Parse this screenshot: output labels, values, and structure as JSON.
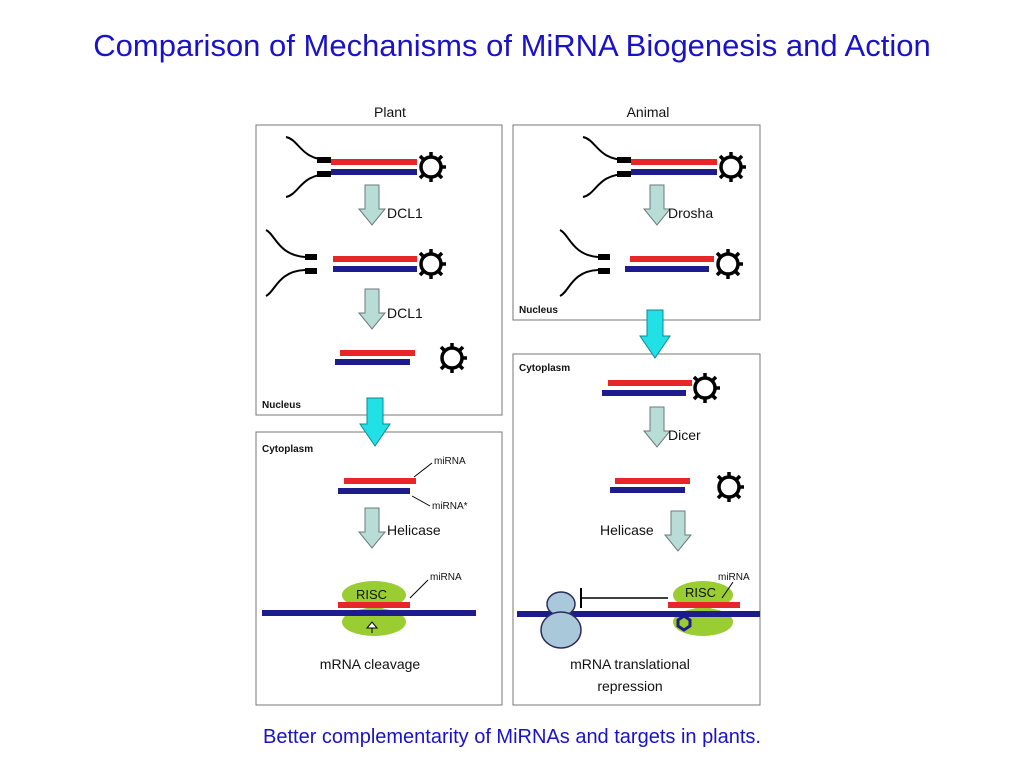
{
  "slide": {
    "title": "Comparison of Mechanisms of MiRNA Biogenesis and Action",
    "caption": "Better complementarity of MiRNAs and targets in plants."
  },
  "plant": {
    "header": "Plant",
    "step1_enzyme": "DCL1",
    "step2_enzyme": "DCL1",
    "nucleus_label": "Nucleus",
    "cytoplasm_label": "Cytoplasm",
    "mirna_label": "miRNA",
    "mirna_star_label": "miRNA*",
    "helicase_label": "Helicase",
    "risc_label": "RISC",
    "risc_mirna_label": "miRNA",
    "outcome": "mRNA cleavage"
  },
  "animal": {
    "header": "Animal",
    "step1_enzyme": "Drosha",
    "nucleus_label": "Nucleus",
    "cytoplasm_label": "Cytoplasm",
    "step2_enzyme": "Dicer",
    "helicase_label": "Helicase",
    "risc_label": "RISC",
    "risc_mirna_label": "miRNA",
    "outcome_line1": "mRNA translational",
    "outcome_line2": "repression"
  },
  "colors": {
    "title": "#1a12c8",
    "mirna_strand": "#e8262a",
    "star_strand": "#1c1c8c",
    "mrna": "#1c1c8c",
    "risc": "#9acd32",
    "step_arrow": "#b8dcd6",
    "transport_arrow": "#21e0e6",
    "ribosome": "#a9c9da"
  }
}
